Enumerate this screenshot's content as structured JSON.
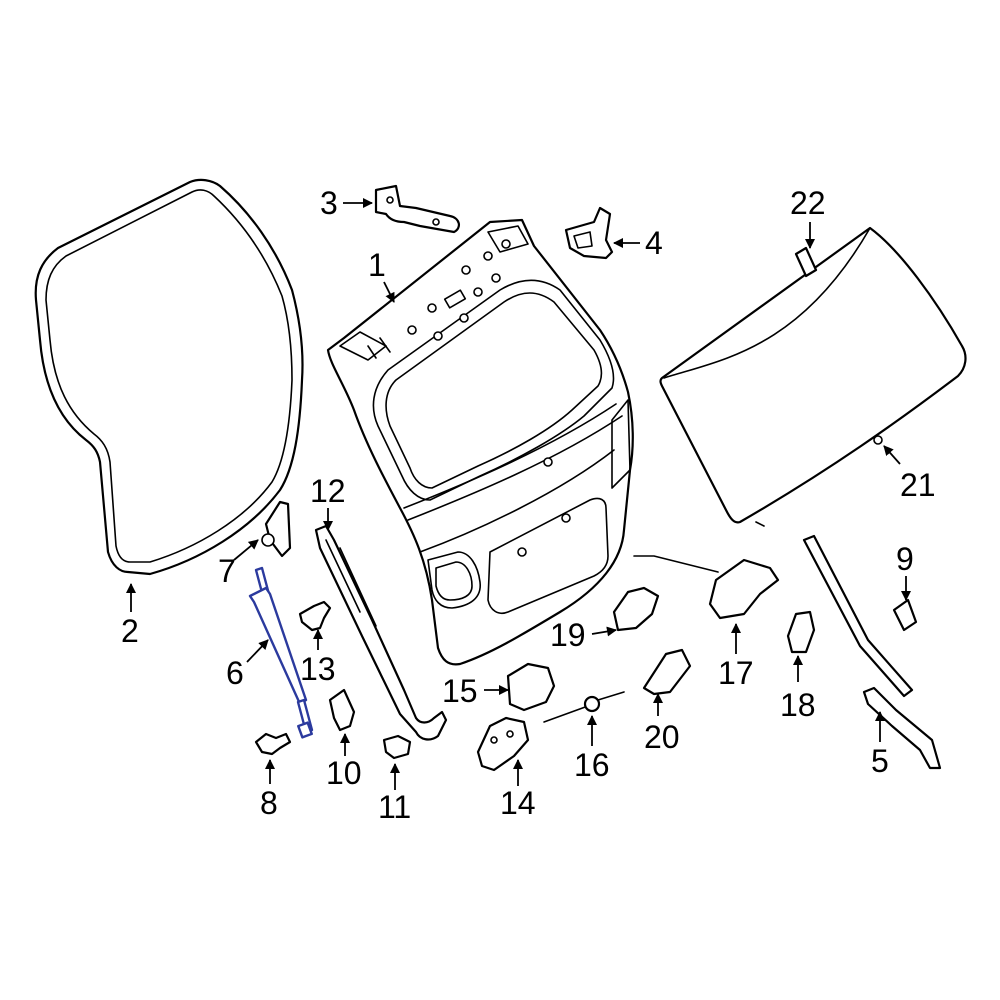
{
  "highlight_color": "#2b3a9e",
  "labels": {
    "p1": "1",
    "p2": "2",
    "p3": "3",
    "p4": "4",
    "p5": "5",
    "p6": "6",
    "p7": "7",
    "p8": "8",
    "p9": "9",
    "p10": "10",
    "p11": "11",
    "p12": "12",
    "p13": "13",
    "p14": "14",
    "p15": "15",
    "p16": "16",
    "p17": "17",
    "p18": "18",
    "p19": "19",
    "p20": "20",
    "p21": "21",
    "p22": "22"
  }
}
